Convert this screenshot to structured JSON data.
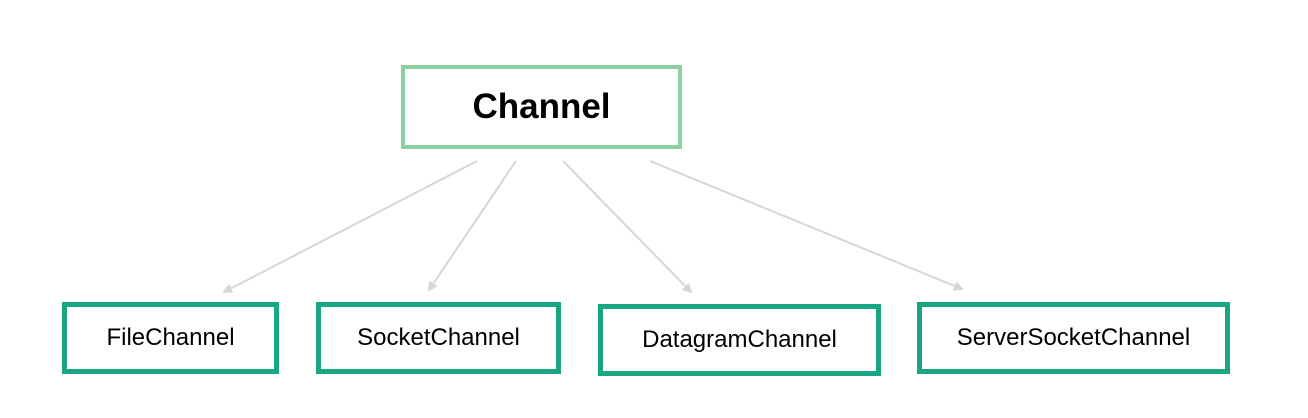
{
  "diagram": {
    "root": {
      "label": "Channel"
    },
    "children": [
      {
        "label": "FileChannel"
      },
      {
        "label": "SocketChannel"
      },
      {
        "label": "DatagramChannel"
      },
      {
        "label": "ServerSocketChannel"
      }
    ]
  },
  "colors": {
    "root_border": "#8dcf9f",
    "child_border": "#19a783",
    "arrow": "#d6d6d6"
  }
}
